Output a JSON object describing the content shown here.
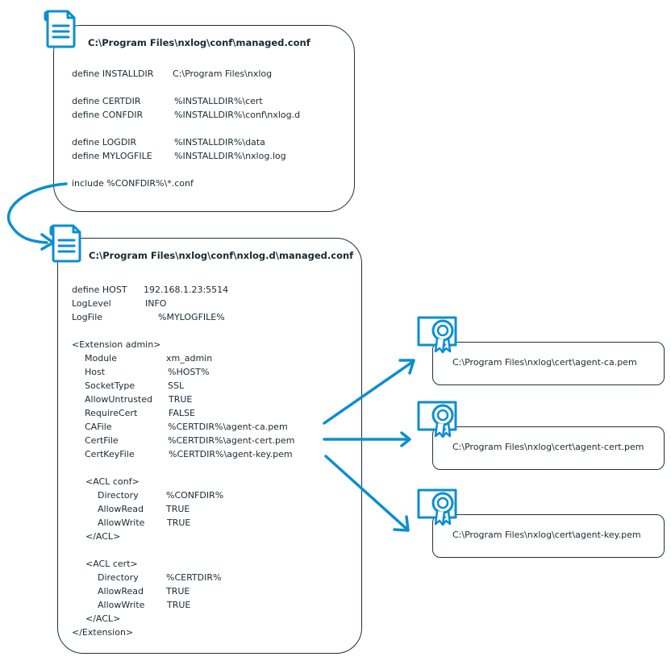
{
  "colors": {
    "accent": "#0a8fd0",
    "border": "#1f3140",
    "text": "#1a2a33"
  },
  "icons": {
    "file": "file-document-icon",
    "cert": "certificate-icon"
  },
  "file1": {
    "path": "C:\\Program Files\\nxlog\\conf\\managed.conf",
    "lines": [
      [
        "define INSTALLDIR",
        "C:\\Program Files\\nxlog"
      ],
      [
        "define CERTDIR",
        "%INSTALLDIR%\\cert"
      ],
      [
        "define CONFDIR",
        "%INSTALLDIR%\\conf\\nxlog.d"
      ],
      [
        "define LOGDIR",
        "%INSTALLDIR%\\data"
      ],
      [
        "define MYLOGFILE",
        "%INSTALLDIR%\\nxlog.log"
      ],
      [
        "include %CONFDIR%\\*.conf",
        ""
      ]
    ]
  },
  "file2": {
    "path": "C:\\Program Files\\nxlog\\conf\\nxlog.d\\managed.conf",
    "lines": [
      [
        "define HOST",
        "192.168.1.23:5514"
      ],
      [
        "LogLevel",
        "INFO"
      ],
      [
        "LogFile",
        "%MYLOGFILE%"
      ],
      [
        "<Extension admin>",
        ""
      ],
      [
        "Module",
        "xm_admin"
      ],
      [
        "Host",
        "%HOST%"
      ],
      [
        "SocketType",
        "SSL"
      ],
      [
        "AllowUntrusted",
        "TRUE"
      ],
      [
        "RequireCert",
        "FALSE"
      ],
      [
        "CAFile",
        "%CERTDIR%\\agent-ca.pem"
      ],
      [
        "CertFile",
        "%CERTDIR%\\agent-cert.pem"
      ],
      [
        "CertKeyFile",
        "%CERTDIR%\\agent-key.pem"
      ],
      [
        "<ACL conf>",
        ""
      ],
      [
        "Directory",
        "%CONFDIR%"
      ],
      [
        "AllowRead",
        "TRUE"
      ],
      [
        "AllowWrite",
        "TRUE"
      ],
      [
        "</ACL>",
        ""
      ],
      [
        "<ACL cert>",
        ""
      ],
      [
        "Directory",
        "%CERTDIR%"
      ],
      [
        "AllowRead",
        "TRUE"
      ],
      [
        "AllowWrite",
        "TRUE"
      ],
      [
        "</ACL>",
        ""
      ],
      [
        "</Extension>",
        ""
      ]
    ]
  },
  "certs": [
    "C:\\Program Files\\nxlog\\cert\\agent-ca.pem",
    "C:\\Program Files\\nxlog\\cert\\agent-cert.pem",
    "C:\\Program Files\\nxlog\\cert\\agent-key.pem"
  ]
}
